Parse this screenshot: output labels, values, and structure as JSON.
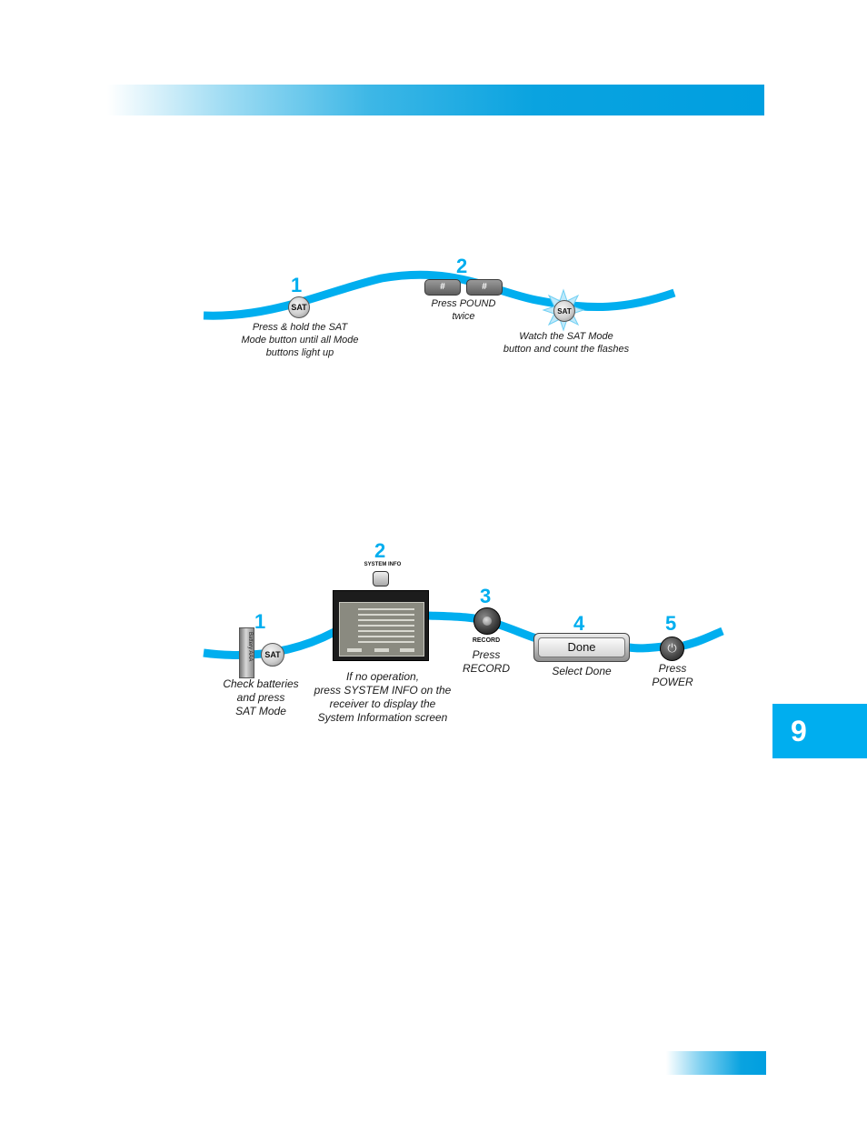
{
  "header": {
    "bar_color": "#009fe0"
  },
  "chapter": {
    "number": "9",
    "color": "#00aeef"
  },
  "diagram1": {
    "steps": [
      {
        "num": "1",
        "button": "SAT",
        "caption": "Press & hold the SAT\nMode button until all Mode\nbuttons light up"
      },
      {
        "num": "2",
        "buttons": [
          "#",
          "#"
        ],
        "caption": "Press POUND\ntwice"
      },
      {
        "num": "",
        "button": "SAT",
        "caption": "Watch the SAT Mode\nbutton and count the flashes"
      }
    ]
  },
  "diagram2": {
    "steps": [
      {
        "num": "1",
        "battery_text": "Battery    AAA",
        "button": "SAT",
        "caption": "Check batteries\nand press\nSAT Mode"
      },
      {
        "num": "2",
        "button_label": "SYSTEM INFO",
        "caption": "If no operation,\npress SYSTEM INFO on the\nreceiver to display the\nSystem Information screen"
      },
      {
        "num": "3",
        "button_label": "RECORD",
        "caption": "Press\nRECORD"
      },
      {
        "num": "4",
        "button": "Done",
        "caption": "Select Done"
      },
      {
        "num": "5",
        "icon": "power-icon",
        "caption": "Press\nPOWER"
      }
    ]
  }
}
